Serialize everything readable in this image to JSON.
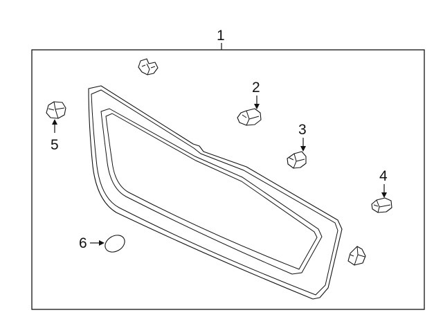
{
  "diagram": {
    "callouts": [
      {
        "number": "1",
        "part": "grille"
      },
      {
        "number": "2",
        "part": "clip"
      },
      {
        "number": "3",
        "part": "clip"
      },
      {
        "number": "4",
        "part": "clip"
      },
      {
        "number": "5",
        "part": "clip"
      },
      {
        "number": "6",
        "part": "emblem"
      }
    ]
  }
}
